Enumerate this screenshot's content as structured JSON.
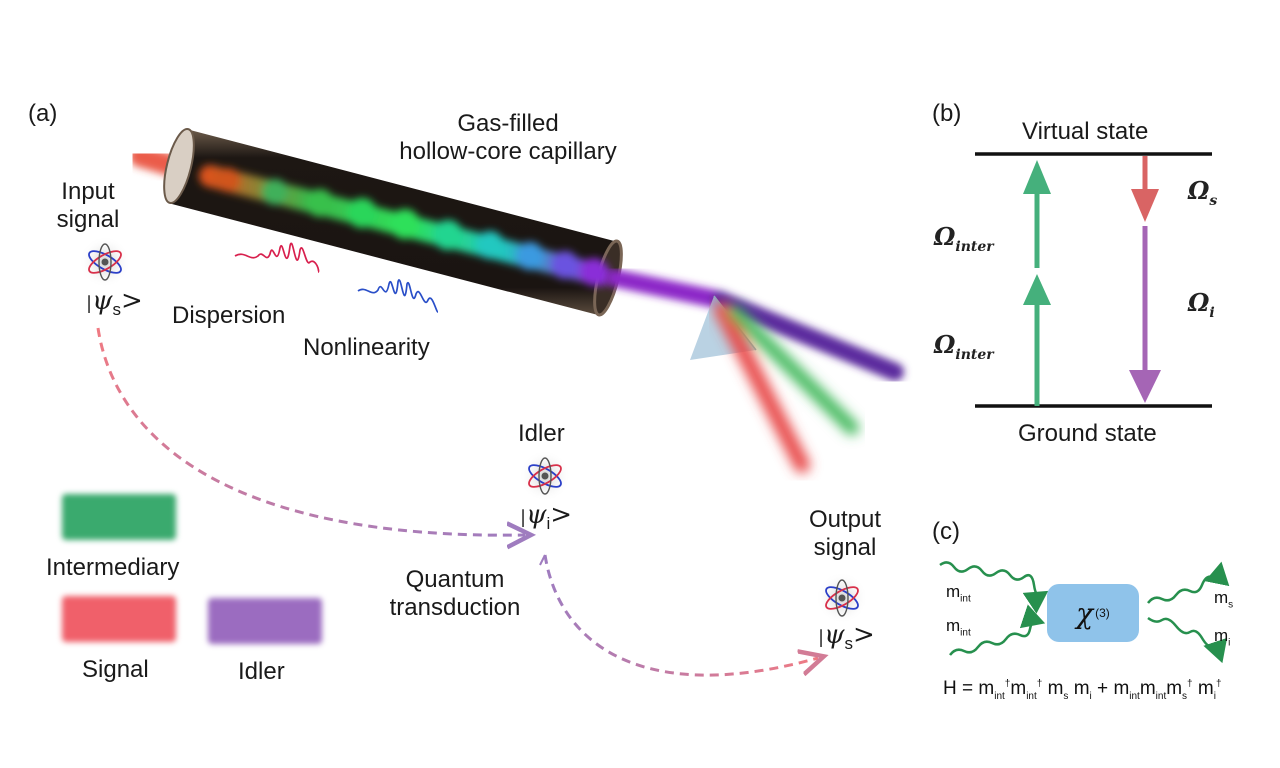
{
  "panels": {
    "a": "(a)",
    "b": "(b)",
    "c": "(c)"
  },
  "capillary": {
    "title_line1": "Gas-filled",
    "title_line2": "hollow-core capillary"
  },
  "effects": {
    "dispersion": "Dispersion",
    "nonlinearity": "Nonlinearity"
  },
  "nodes": {
    "input_line1": "Input",
    "input_line2": "signal",
    "input_ket_psi": "ψ",
    "input_ket_sub": "s",
    "idler_title": "Idler",
    "idler_ket_psi": "ψ",
    "idler_ket_sub": "i",
    "output_line1": "Output",
    "output_line2": "signal",
    "output_ket_psi": "ψ",
    "output_ket_sub": "s"
  },
  "process": {
    "line1": "Quantum",
    "line2": "transduction"
  },
  "legend": {
    "intermediary": "Intermediary",
    "signal": "Signal",
    "idler": "Idler"
  },
  "energy_diagram": {
    "virtual_state": "Virtual state",
    "ground_state": "Ground state",
    "omega": "Ω",
    "inter_sub": "inter",
    "s_sub": "s",
    "i_sub": "i"
  },
  "mixing": {
    "chi": "χ",
    "chi_order": "(3)",
    "m": "m",
    "int_sub": "int",
    "s_sub": "s",
    "i_sub": "i",
    "dagger": "†",
    "H": "H",
    "equals": "=",
    "plus": "+"
  },
  "colors": {
    "intermediary": "#3aaa6e",
    "signal": "#f0606a",
    "idler": "#9b6cc0",
    "arrow_green": "#45b07c",
    "arrow_red": "#d96464",
    "arrow_purple": "#a565b5",
    "chi_box": "#8fc3ea"
  }
}
